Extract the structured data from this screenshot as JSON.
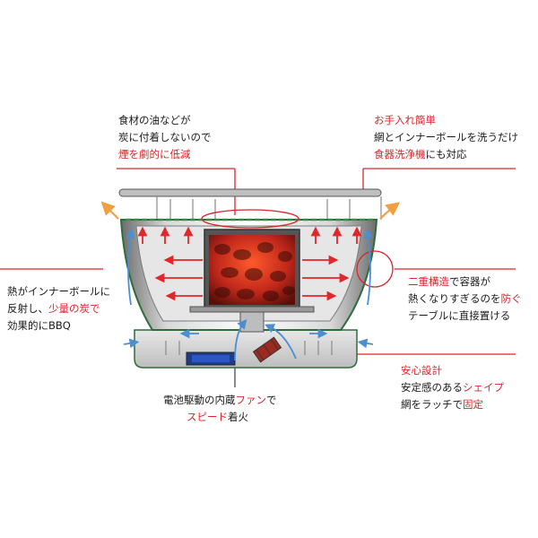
{
  "colors": {
    "accent_red": "#d7262b",
    "text": "#1a1a1a",
    "outline_green": "#2f6b3c"
  },
  "callouts": {
    "smoke": {
      "line1": "食材の油などが",
      "line2": "炭に付着しないので",
      "line3": "煙を劇的に低減"
    },
    "care": {
      "heading": "お手入れ簡単",
      "line2": "網とインナーボールを洗うだけ",
      "line3_red": "食器洗浄機",
      "line3_rest": "にも対応"
    },
    "heat": {
      "line1": "熱がインナーボールに",
      "line2_a": "反射し、",
      "line2_red": "少量の炭で",
      "line3": "効果的にBBQ"
    },
    "double": {
      "line1_red": "二重構造",
      "line1_rest": "で容器が",
      "line2_a": "熱くなりすぎるのを",
      "line2_red": "防ぐ",
      "line3": "テーブルに直接置ける"
    },
    "fan": {
      "line1_a": "電池駆動の内蔵",
      "line1_red": "ファン",
      "line1_b": "で",
      "line2_red": "スピード",
      "line2_rest": "着火"
    },
    "safety": {
      "heading": "安心設計",
      "line2_a": "安定感のある",
      "line2_red": "シェイプ",
      "line3_a": "網をラッチで",
      "line3_red": "固定"
    }
  }
}
